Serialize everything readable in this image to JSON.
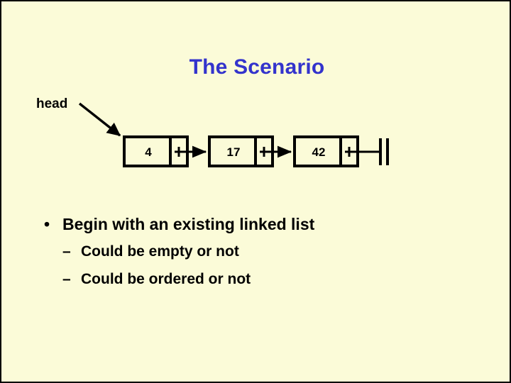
{
  "slide": {
    "title": "The Scenario",
    "background_color": "#fbfbd8",
    "title_color": "#3333cc",
    "text_color": "#000000",
    "border_color": "#000000"
  },
  "diagram": {
    "pointer_label": "head",
    "nodes": [
      {
        "value": "4"
      },
      {
        "value": "17"
      },
      {
        "value": "42"
      }
    ],
    "terminator": "null-ground-symbol"
  },
  "bullets": {
    "level1_marker": "•",
    "level2_marker": "–",
    "items": [
      {
        "level": 1,
        "text": "Begin with an existing linked list"
      },
      {
        "level": 2,
        "text": "Could be empty or not"
      },
      {
        "level": 2,
        "text": "Could be ordered or not"
      }
    ]
  }
}
